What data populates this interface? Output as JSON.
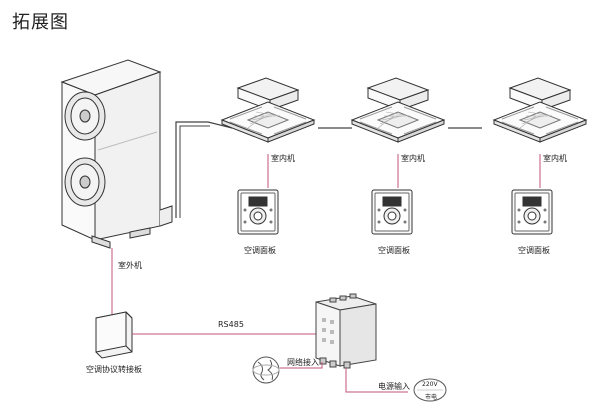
{
  "title": "拓展图",
  "labels": {
    "outdoor_unit": "室外机",
    "indoor_unit": "室内机",
    "control_panel": "空调面板",
    "converter": "空调协议转接板",
    "rs485": "RS485",
    "network_input": "网络接入",
    "power_input": "电源输入",
    "voltage": "220V",
    "mains": "市电"
  }
}
